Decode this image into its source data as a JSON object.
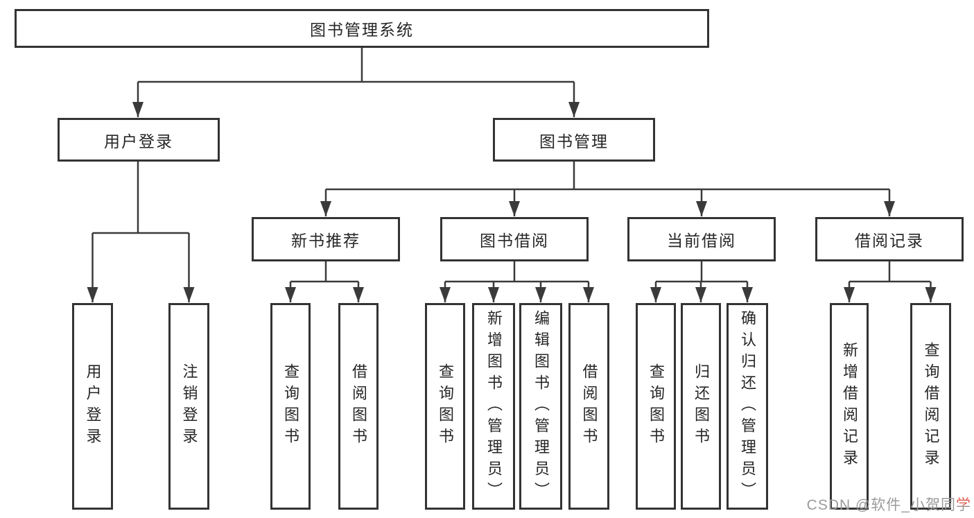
{
  "diagram": {
    "tree": {
      "root": {
        "label": "图书管理系统"
      },
      "branches": [
        {
          "label": "用户登录",
          "children": [
            {
              "label": "用户登录"
            },
            {
              "label": "注销登录"
            }
          ]
        },
        {
          "label": "图书管理",
          "children": [
            {
              "label": "新书推荐",
              "children": [
                {
                  "label": "查询图书"
                },
                {
                  "label": "借阅图书"
                }
              ]
            },
            {
              "label": "图书借阅",
              "children": [
                {
                  "label": "查询图书"
                },
                {
                  "label": "新增图书（管理员）"
                },
                {
                  "label": "编辑图书（管理员）"
                },
                {
                  "label": "借阅图书"
                }
              ]
            },
            {
              "label": "当前借阅",
              "children": [
                {
                  "label": "查询图书"
                },
                {
                  "label": "归还图书"
                },
                {
                  "label": "确认归还（管理员）"
                }
              ]
            },
            {
              "label": "借阅记录",
              "children": [
                {
                  "label": "新增借阅记录"
                },
                {
                  "label": "查询借阅记录"
                }
              ]
            }
          ]
        }
      ]
    },
    "watermark": {
      "prefix": "CSDN @软件_小贺同",
      "accent_char": "学"
    },
    "colors": {
      "line": "#3a3a3a",
      "box_border": "#333333",
      "text": "#262626",
      "background": "#ffffff",
      "watermark": "#9b9b9b",
      "watermark_accent": "#e05a4e"
    }
  }
}
